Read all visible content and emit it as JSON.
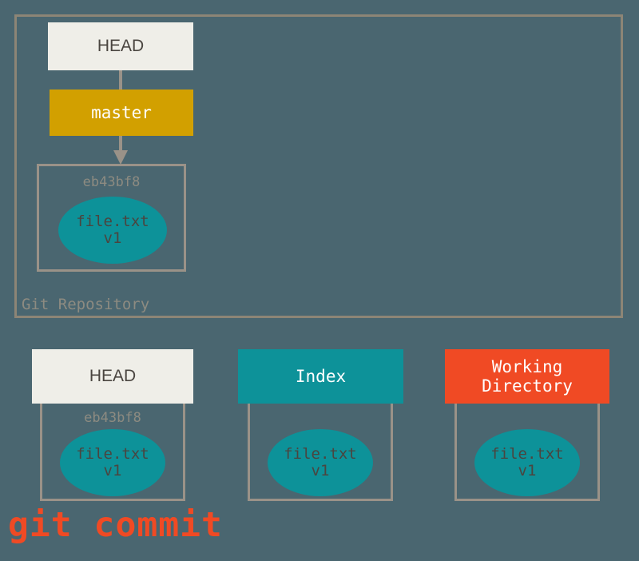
{
  "diagram": {
    "title": "git commit",
    "background_color": "#4a6670",
    "repository": {
      "label": "Git Repository",
      "border_color": "#8d8576",
      "head_pointer": {
        "label": "HEAD",
        "background": "#efeee8",
        "text_color": "#4a4540"
      },
      "branch": {
        "label": "master",
        "background": "#d2a000",
        "text_color": "#ffffff"
      },
      "commit": {
        "hash": "eb43bf8",
        "blob": {
          "filename": "file.txt",
          "version": "v1",
          "background": "#0d9299"
        }
      }
    },
    "columns": [
      {
        "label": "HEAD",
        "header_background": "#efeee8",
        "header_text_color": "#4a4540",
        "hash": "eb43bf8",
        "filename": "file.txt",
        "version": "v1"
      },
      {
        "label": "Index",
        "header_background": "#0d9299",
        "header_text_color": "#ffffff",
        "hash": "",
        "filename": "file.txt",
        "version": "v1"
      },
      {
        "label_line1": "Working",
        "label_line2": "Directory",
        "header_background": "#f04a24",
        "header_text_color": "#ffffff",
        "hash": "",
        "filename": "file.txt",
        "version": "v1"
      }
    ],
    "caption": {
      "text": "git commit",
      "color": "#f04a24"
    }
  }
}
